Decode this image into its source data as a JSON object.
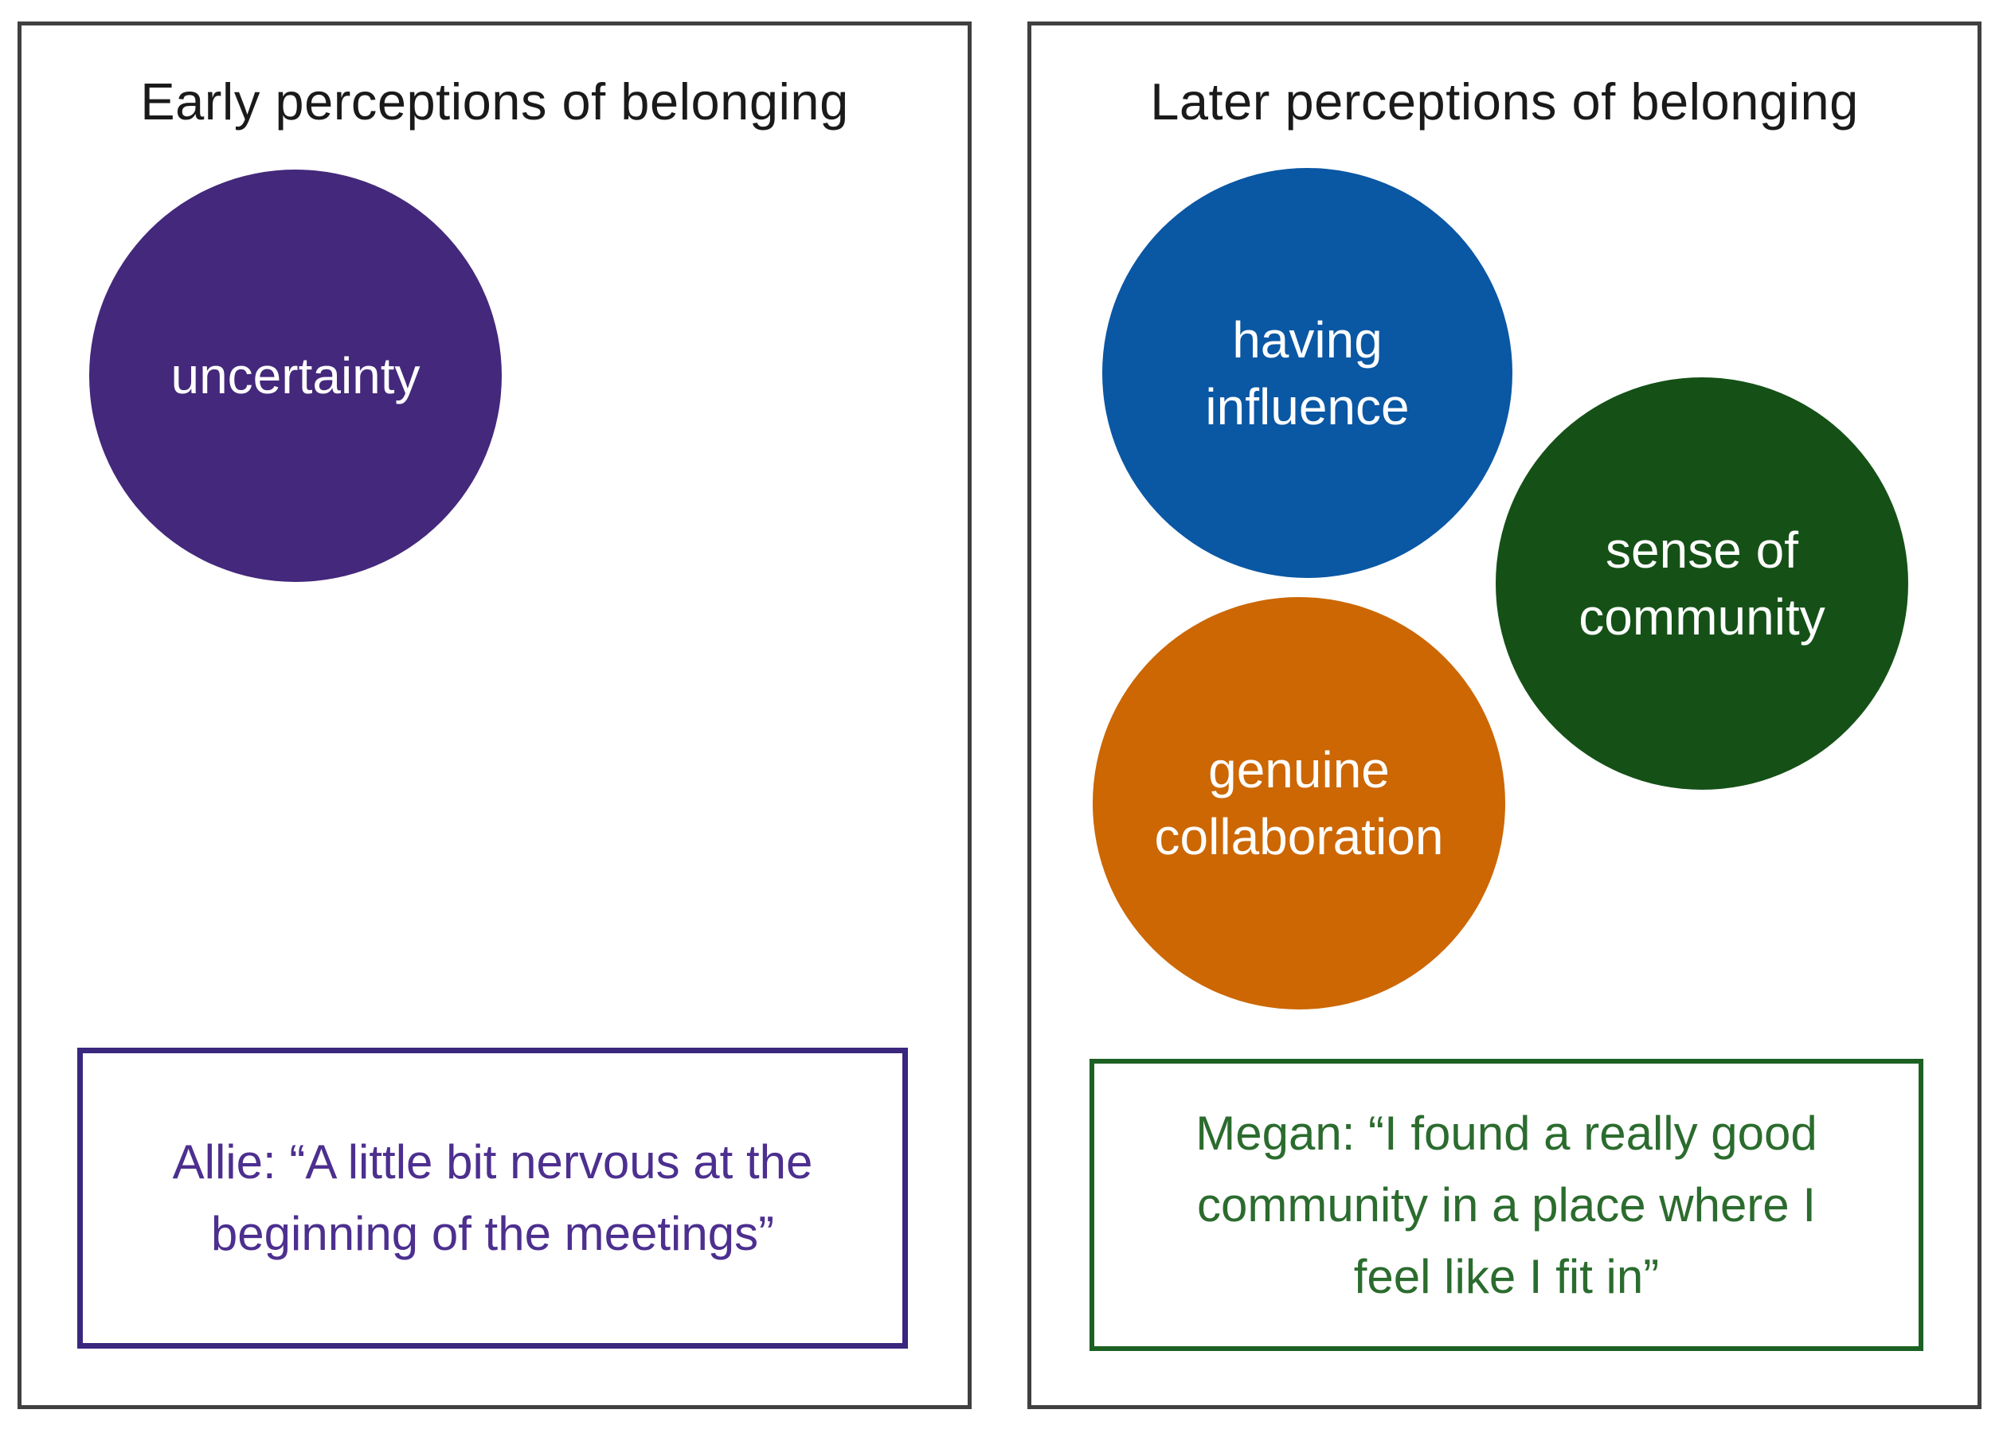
{
  "background": "#ffffff",
  "panel_border_color": "#404040",
  "panels": [
    {
      "title": "Early perceptions of belonging",
      "circles": [
        {
          "name": "uncertainty",
          "lines": [
            "uncertainty"
          ],
          "fill_color": "#44287b",
          "text_color": "#ffffff"
        }
      ],
      "quote": {
        "speaker": "Allie",
        "lines": [
          "Allie: “A little bit nervous at the",
          "beginning of the meetings”"
        ],
        "text_color": "#4c2f8f",
        "border_color": "#3a277e"
      }
    },
    {
      "title": "Later perceptions of belonging",
      "circles": [
        {
          "name": "having influence",
          "lines": [
            "having",
            "influence"
          ],
          "fill_color": "#0a57a4",
          "text_color": "#ffffff"
        },
        {
          "name": "sense of community",
          "lines": [
            "sense of",
            "community"
          ],
          "fill_color": "#155117",
          "text_color": "#ffffff"
        },
        {
          "name": "genuine collaboration",
          "lines": [
            "genuine",
            "collaboration"
          ],
          "fill_color": "#cc6703",
          "text_color": "#ffffff"
        }
      ],
      "quote": {
        "speaker": "Megan",
        "lines": [
          "Megan: “I found a really good",
          "community in a place where I",
          "feel like I fit in”"
        ],
        "text_color": "#2b6c2e",
        "border_color": "#1c6123"
      }
    }
  ]
}
